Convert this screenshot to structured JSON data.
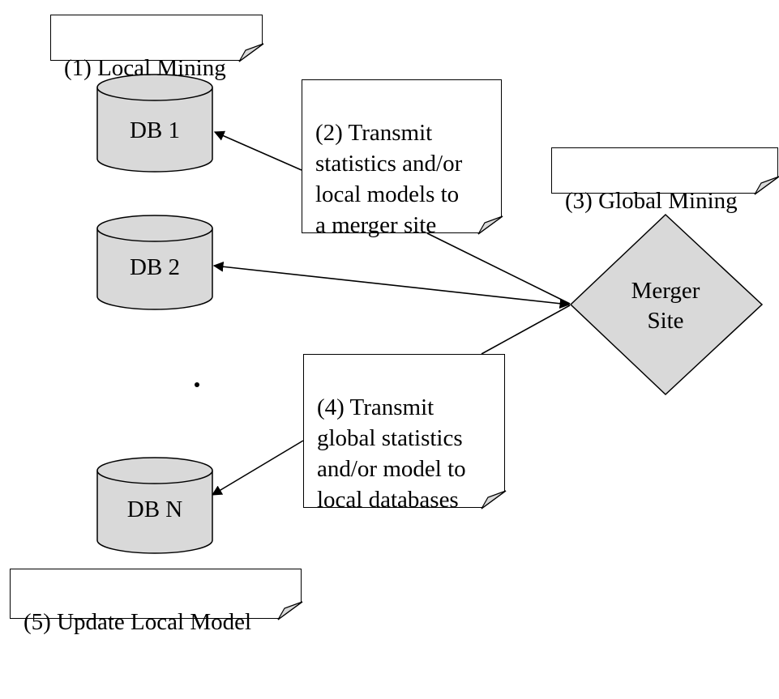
{
  "notes": {
    "local_mining": "(1) Local Mining",
    "transmit_statistics": "(2) Transmit\nstatistics and/or\nlocal models to\na merger site",
    "global_mining": "(3) Global Mining",
    "transmit_global": "(4) Transmit\nglobal statistics\nand/or model to\nlocal databases",
    "update_local_model": "(5) Update Local Model"
  },
  "databases": {
    "db1": "DB 1",
    "db2": "DB 2",
    "dbn": "DB N"
  },
  "merger_site": "Merger\nSite",
  "colors": {
    "shape_fill": "#d9d9d9",
    "stroke": "#000000",
    "background": "#ffffff"
  }
}
